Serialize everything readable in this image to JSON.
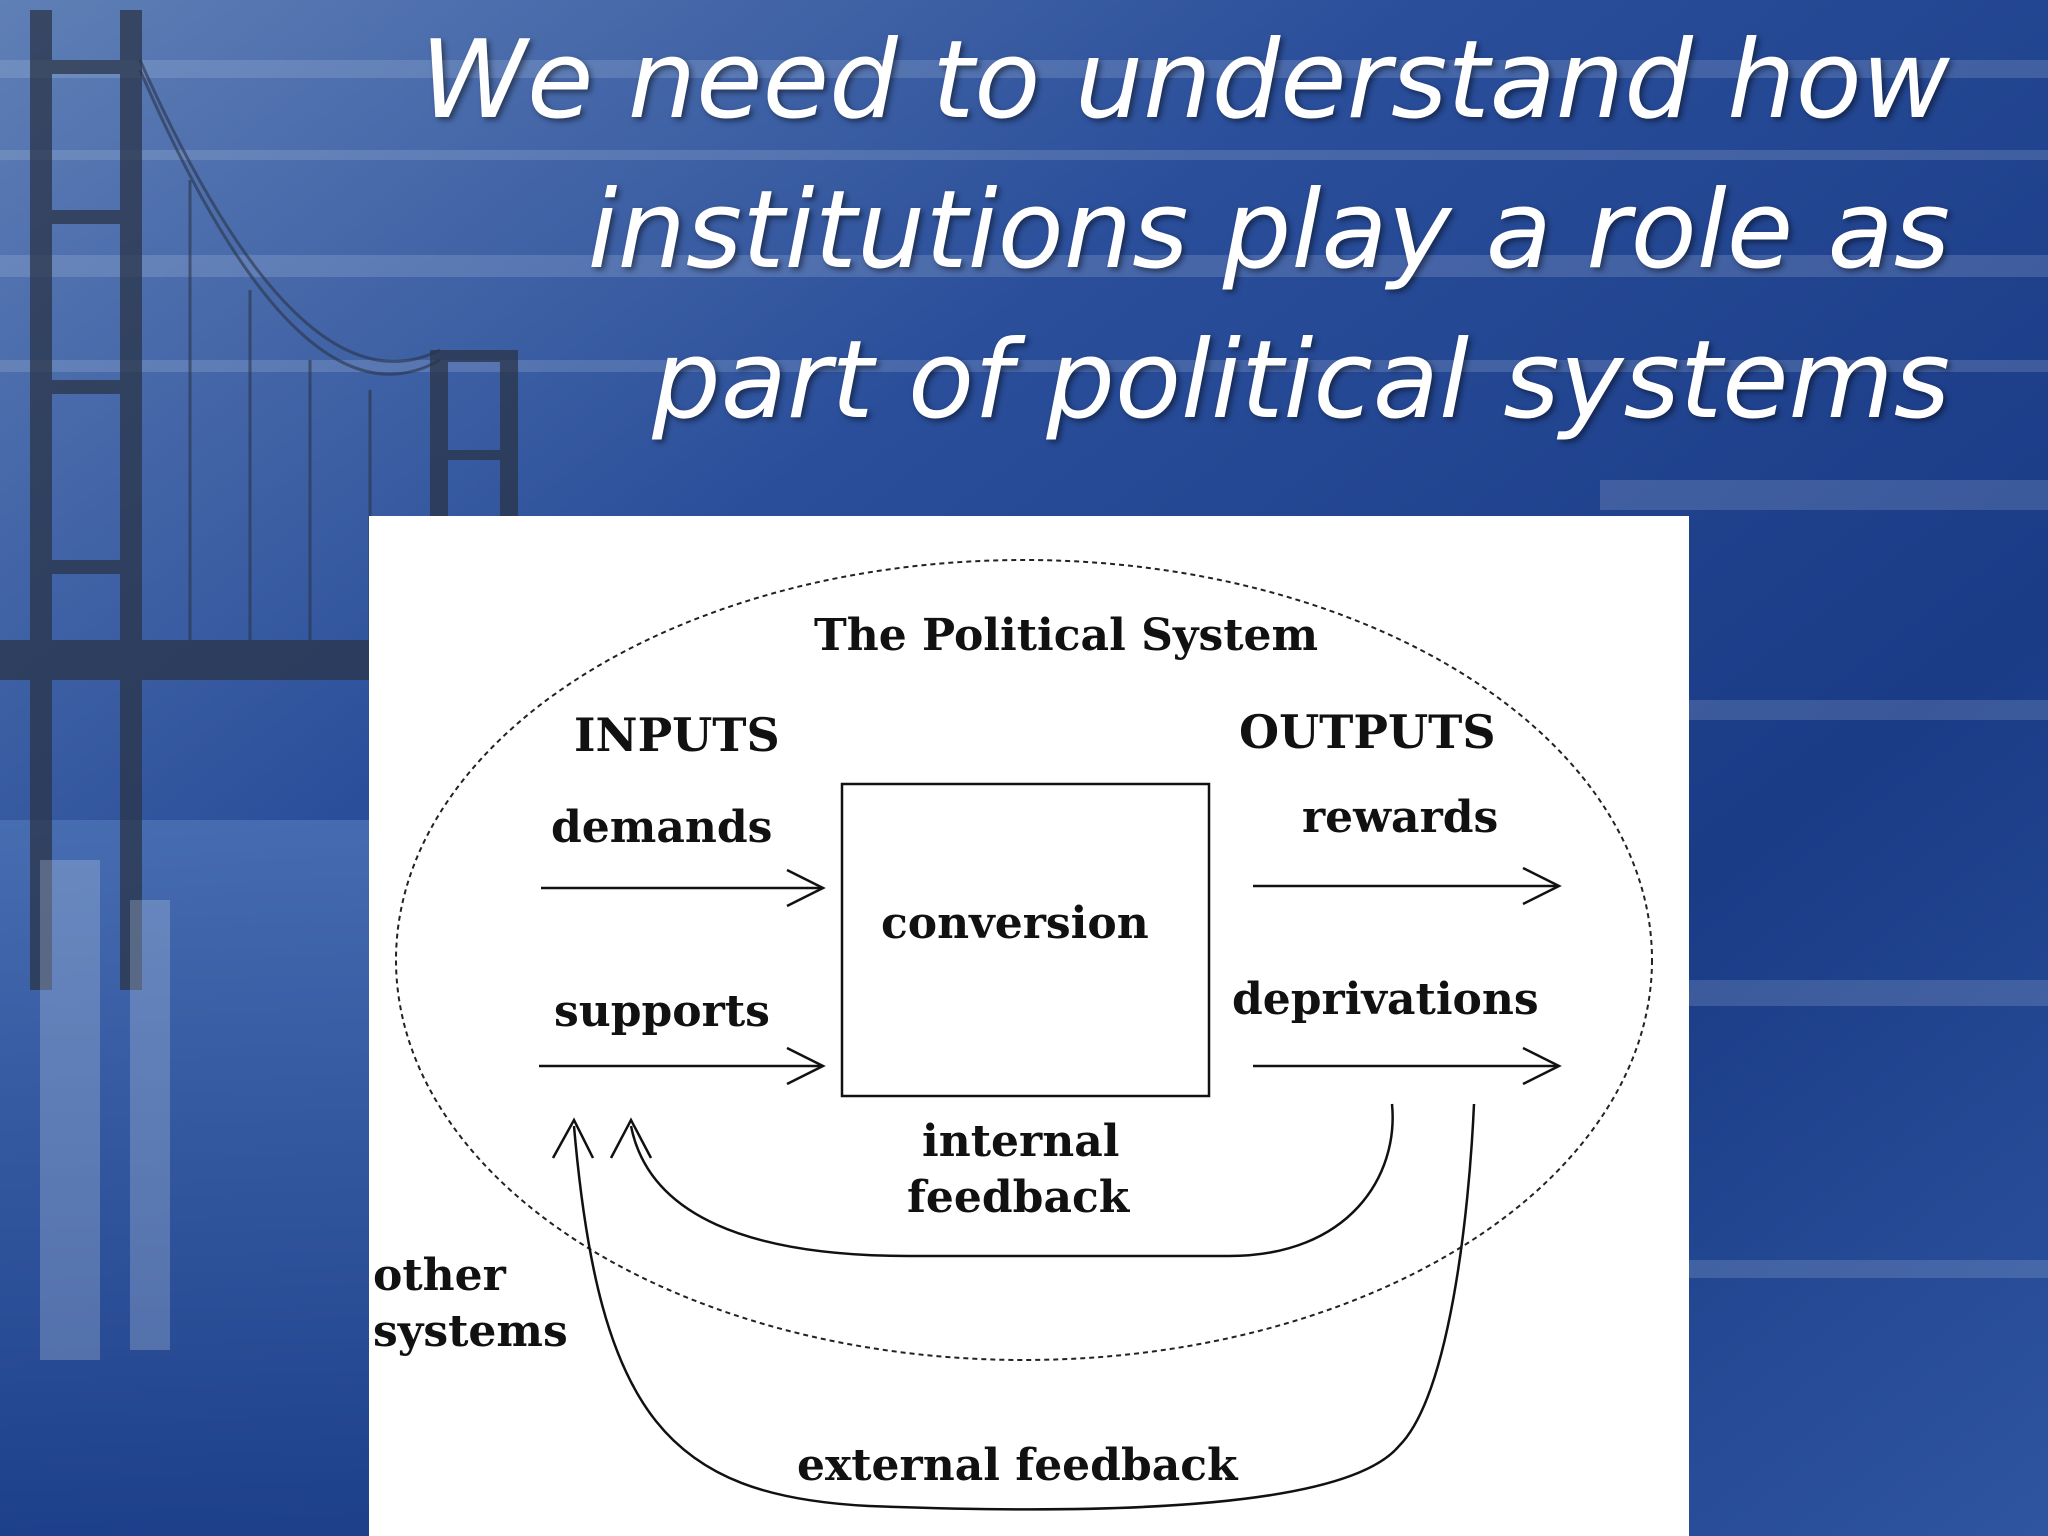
{
  "slide": {
    "title_lines": [
      "We need to understand how",
      "institutions play a role as",
      "part of political systems"
    ]
  },
  "diagram": {
    "system_title": "The Political System",
    "inputs_heading": "INPUTS",
    "outputs_heading": "OUTPUTS",
    "input_demands": "demands",
    "input_supports": "supports",
    "process_label": "conversion",
    "output_rewards": "rewards",
    "output_deprivations": "deprivations",
    "internal_feedback_line1": "internal",
    "internal_feedback_line2": "feedback",
    "other_systems_line1": "other",
    "other_systems_line2": "systems",
    "external_feedback": "external feedback"
  },
  "colors": {
    "background_blue": "#1b3d86",
    "title_text": "#ffffff",
    "diagram_ink": "#111111",
    "diagram_paper": "#ffffff"
  }
}
